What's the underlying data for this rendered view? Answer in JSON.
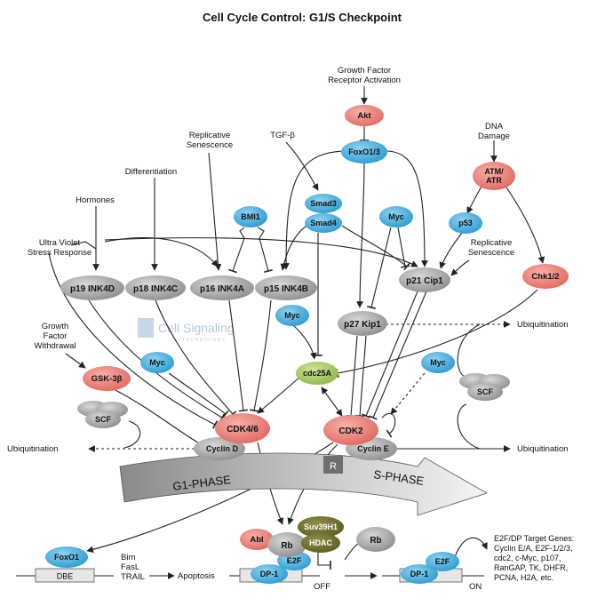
{
  "title": "Cell Cycle Control: G1/S Checkpoint",
  "watermark": {
    "brand": "Cell Signaling",
    "sub": "TECHNOLOGY",
    "mark": "®"
  },
  "colors": {
    "salmon": "#e8766d",
    "blue": "#39a9db",
    "gray": "#a3a3a3",
    "green": "#a6c85a",
    "olive": "#6f6f2a",
    "arrow": "#333333"
  },
  "labels": {
    "growth_factor_1": "Growth Factor",
    "growth_factor_2": "Receptor Activation",
    "dna_damage_1": "DNA",
    "dna_damage_2": "Damage",
    "tgf": "TGF-β",
    "rep_sen_left_1": "Replicative",
    "rep_sen_left_2": "Senescence",
    "differentiation": "Differentiation",
    "hormones": "Hormones",
    "uv_1": "Ultra Violet",
    "uv_2": "Stress Response",
    "rep_sen_right_1": "Replicative",
    "rep_sen_right_2": "Senescence",
    "gf_withdrawal_1": "Growth",
    "gf_withdrawal_2": "Factor",
    "gf_withdrawal_3": "Withdrawal",
    "ubiq_left": "Ubiquitination",
    "ubiq_right_mid": "Ubiquitination",
    "ubiq_right_bottom": "Ubiquitination",
    "bim": "Bim",
    "fasl": "FasL",
    "trail": "TRAIL",
    "apoptosis": "Apoptosis",
    "off": "OFF",
    "on": "ON",
    "target_genes": [
      "E2F/DP Target Genes:",
      "Cyclin E/A, E2F-1/2/3,",
      "cdc2, c-Myc, p107,",
      "RanGAP, TK, DHFR,",
      "PCNA, H2A, etc."
    ]
  },
  "phase": {
    "g1": "G1-PHASE",
    "r": "R",
    "s": "S-PHASE"
  },
  "nodes": {
    "akt": "Akt",
    "foxo13": "FoxO1/3",
    "atm_1": "ATM/",
    "atm_2": "ATR",
    "smad3": "Smad3",
    "smad4": "Smad4",
    "bmi1": "BMI1",
    "myc_top": "Myc",
    "p53": "p53",
    "p21": "p21 Cip1",
    "chk12": "Chk1/2",
    "p19": "p19 INK4D",
    "p18": "p18 INK4C",
    "p16": "p16 INK4A",
    "p15": "p15 INK4B",
    "myc_mid": "Myc",
    "p27": "p27 Kip1",
    "cdc25a": "cdc25A",
    "myc_right": "Myc",
    "scf_right": "SCF",
    "gsk3b": "GSK-3β",
    "myc_left": "Myc",
    "scf_left": "SCF",
    "cdk46": "CDK4/6",
    "cyclin_d": "Cyclin D",
    "cdk2": "CDK2",
    "cyclin_e": "Cyclin E",
    "foxo1": "FoxO1",
    "dbe": "DBE",
    "abl": "Abl",
    "rb_bound": "Rb",
    "suv39h1": "Suv39H1",
    "hdac": "HDAC",
    "e2f_off": "E2F",
    "dp1_off": "DP-1",
    "rb_free": "Rb",
    "e2f_on": "E2F",
    "dp1_on": "DP-1"
  }
}
